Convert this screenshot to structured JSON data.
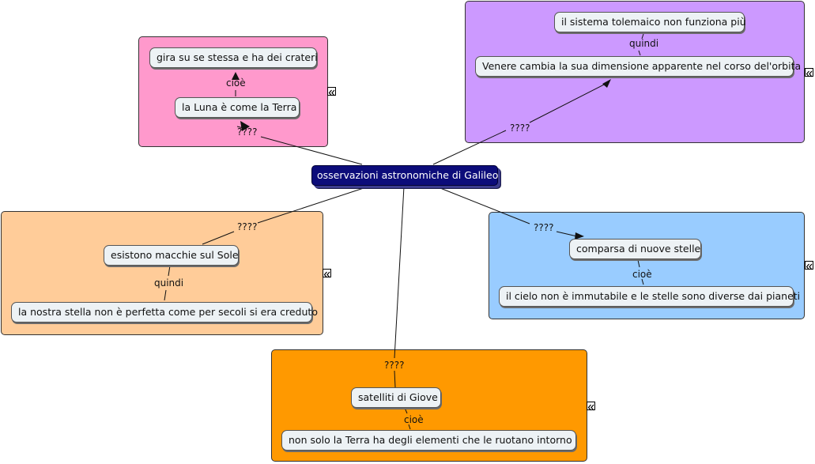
{
  "root": {
    "label": "osservazioni astronomiche di Galileo"
  },
  "groups": {
    "luna": {
      "color": "#ff99cc",
      "link_label": "????",
      "top": "la Luna è come la Terra",
      "inner_link": "cioè",
      "detail": "gira su se stessa e ha dei crateri"
    },
    "venere": {
      "color": "#cc99ff",
      "link_label": "????",
      "top": "Venere cambia la sua dimensione apparente nel corso del'orbita",
      "inner_link": "quindi",
      "detail": "il sistema tolemaico non funziona più"
    },
    "sole": {
      "color": "#ffcc99",
      "link_label": "????",
      "top": "esistono macchie sul Sole",
      "inner_link": "quindi",
      "detail": "la nostra stella non è perfetta come per secoli si era creduto"
    },
    "stelle": {
      "color": "#99ccff",
      "link_label": "????",
      "top": "comparsa di nuove stelle",
      "inner_link": "cioè",
      "detail": "il cielo non è immutabile e le stelle sono diverse dai pianeti"
    },
    "giove": {
      "color": "#ff9900",
      "link_label": "????",
      "top": "satelliti di Giove",
      "inner_link": "cioè",
      "detail": "non solo la Terra ha degli elementi che le ruotano intorno"
    }
  },
  "icons": {
    "expand": "double-chevron-left-icon"
  }
}
